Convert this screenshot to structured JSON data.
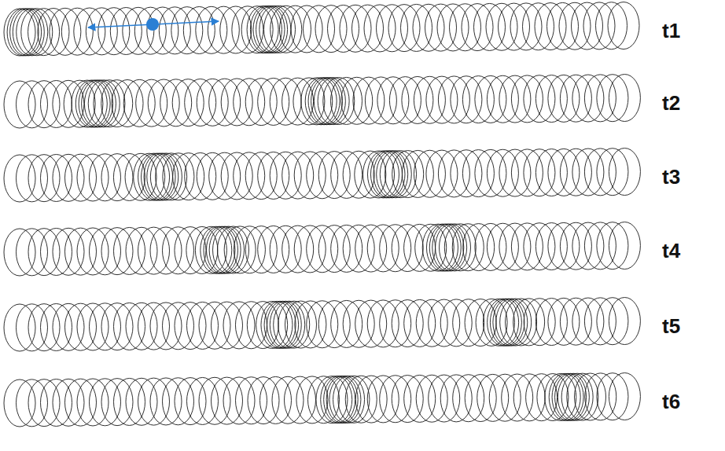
{
  "diagram": {
    "labels": [
      "t1",
      "t2",
      "t3",
      "t4",
      "t5",
      "t6"
    ]
  }
}
